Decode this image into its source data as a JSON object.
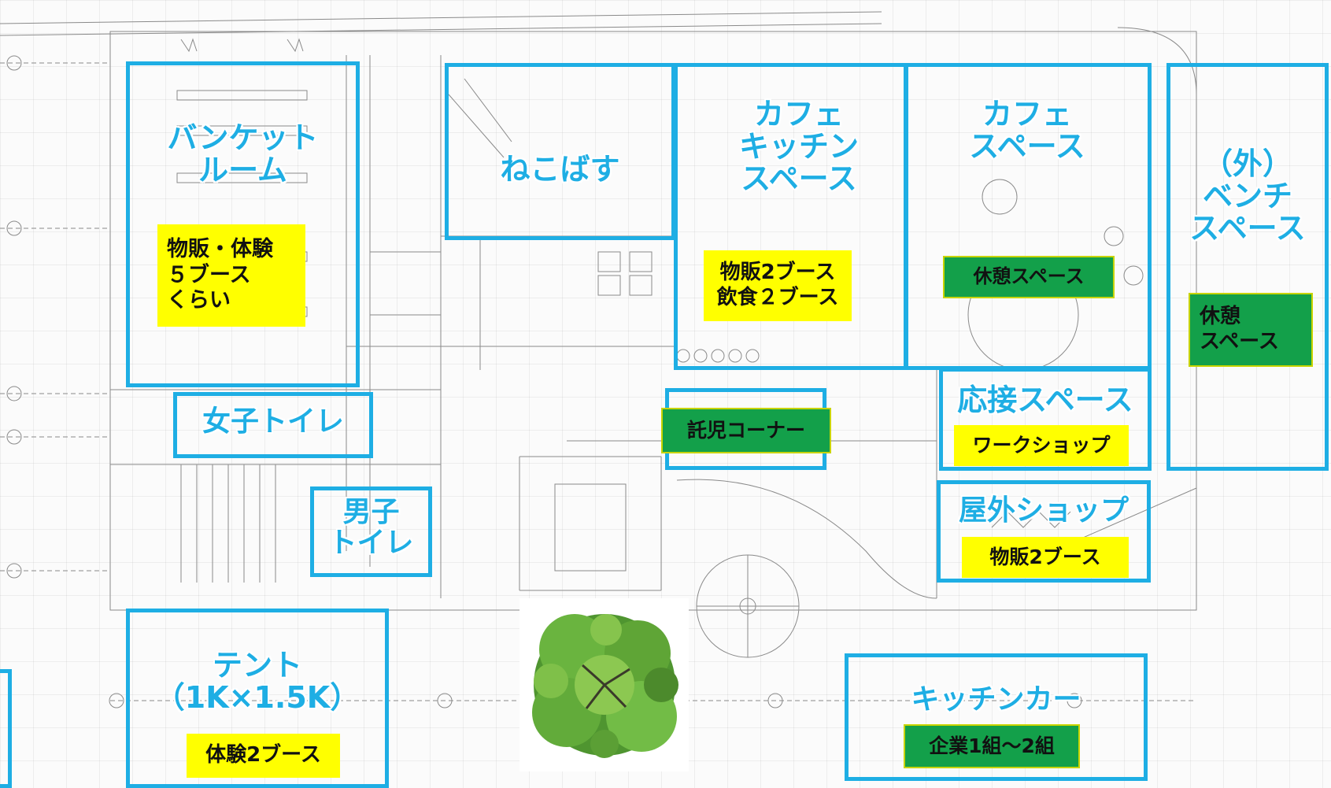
{
  "colors": {
    "zone_border": "#1eaee4",
    "label_text": "#1eaee4",
    "tag_yellow": "#ffff00",
    "tag_green": "#13a04a",
    "tag_green_border": "#c8d400",
    "tree_canopy": "#5fa536"
  },
  "zones": {
    "banquet": {
      "title": "バンケット\nルーム",
      "tag": "物販・体験\n５ブース\nくらい"
    },
    "nekobasu": {
      "title": "ねこばす"
    },
    "cafe_kitchen": {
      "title": "カフェ\nキッチン\nスペース",
      "tag": "物販2ブース\n飲食２ブース"
    },
    "cafe_space": {
      "title": "カフェ\nスペース",
      "tag": "休憩スペース"
    },
    "outside_bench": {
      "title": "（外）\nベンチ\nスペース",
      "tag": "休憩\nスペース"
    },
    "womens_toilet": {
      "title": "女子トイレ"
    },
    "childcare": {
      "tag": "託児コーナー"
    },
    "reception": {
      "title": "応接スペース",
      "tag": "ワークショップ"
    },
    "outdoor_shop": {
      "title": "屋外ショップ",
      "tag": "物販2ブース"
    },
    "mens_toilet": {
      "title": "男子\nトイレ"
    },
    "tent": {
      "title": "テント\n（1K×1.5K）",
      "tag": "体験2ブース"
    },
    "kitchen_car": {
      "title": "キッチンカー",
      "tag": "企業1組～2組"
    }
  },
  "decorations": {
    "tree": "tree-top-view-icon"
  }
}
